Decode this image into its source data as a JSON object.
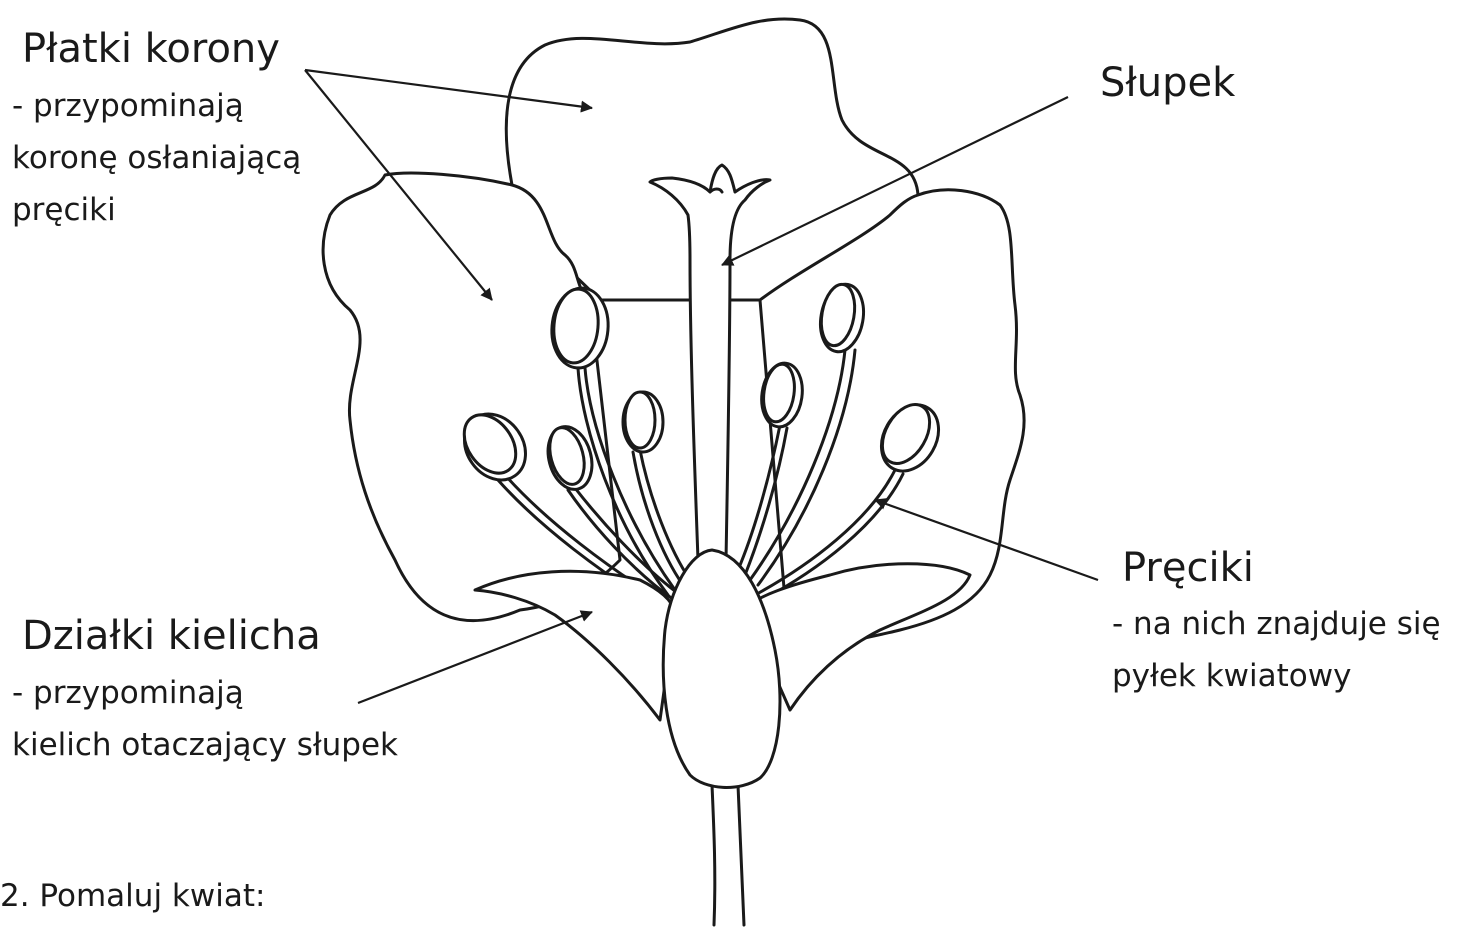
{
  "labels": {
    "petals": {
      "title": "Płatki korony",
      "desc": [
        "- przypominają",
        "koronę osłaniającą",
        "pręciki"
      ]
    },
    "pistil": {
      "title": "Słupek"
    },
    "stamens": {
      "title": "Pręciki",
      "desc": [
        "- na nich znajduje się",
        "pyłek kwiatowy"
      ]
    },
    "sepals": {
      "title": "Działki kielicha",
      "desc": [
        "- przypominają",
        "kielich otaczający słupek"
      ]
    }
  },
  "task": "2. Pomaluj kwiat:"
}
